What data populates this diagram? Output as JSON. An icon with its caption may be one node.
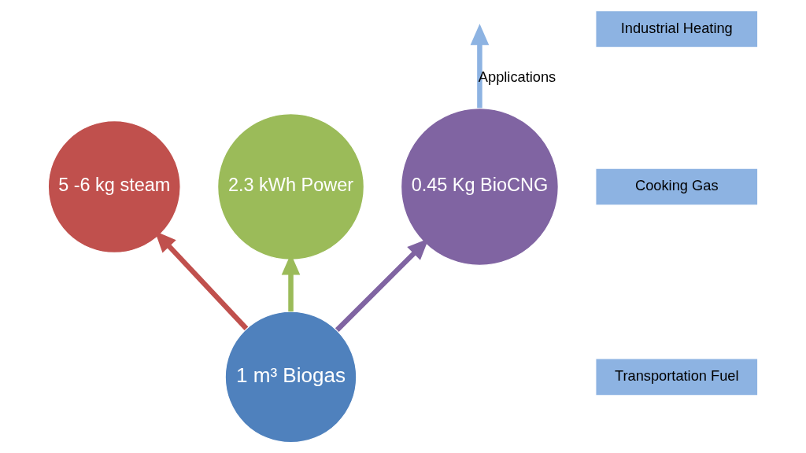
{
  "diagram": {
    "nodes": [
      {
        "text": [
          "1 m³ Biogas"
        ]
      },
      {
        "text": [
          "5 -6 kg steam"
        ]
      },
      {
        "text": [
          "2.3 kWh Power"
        ]
      },
      {
        "text": [
          "0.45 Kg BioCNG"
        ]
      },
      {
        "text": [
          "Industrial Heating"
        ]
      },
      {
        "text": [
          "Cooking Gas"
        ]
      },
      {
        "text": [
          "Transportation Fuel"
        ]
      }
    ],
    "edges": [
      {
        "from": 0,
        "to": 1,
        "arrow": "to",
        "color": "#c0504d"
      },
      {
        "from": 0,
        "to": 2,
        "arrow": "to",
        "color": "#9bbb59"
      },
      {
        "from": 0,
        "to": 3,
        "arrow": "to",
        "color": "#8064a2"
      },
      {
        "from": 3,
        "to": null,
        "arrow": "to",
        "label": "Applications",
        "color": "#8db3e2"
      }
    ]
  }
}
